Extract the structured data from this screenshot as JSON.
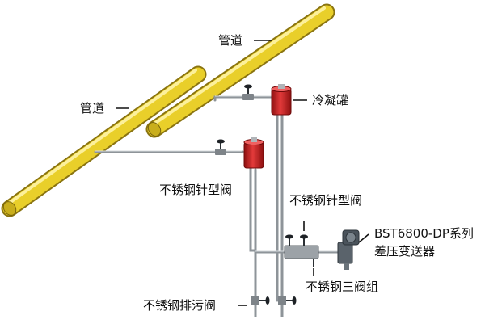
{
  "diagram": {
    "labels": {
      "pipe_upper": "管道",
      "pipe_lower": "管道",
      "condensate_pot": "冷凝罐",
      "needle_valve_1": "不锈钢针型阀",
      "needle_valve_2": "不锈钢针型阀",
      "transmitter_line1": "BST6800-DP系列",
      "transmitter_line2": "差压变送器",
      "three_valve_manifold": "不锈钢三阀组",
      "drain_valve": "不锈钢排污阀"
    },
    "colors": {
      "pipe_yellow": "#E9CF2A",
      "pot_red": "#C81E1E",
      "tube_grey": "#9A9FA3",
      "transmitter": "#3D4650"
    }
  }
}
